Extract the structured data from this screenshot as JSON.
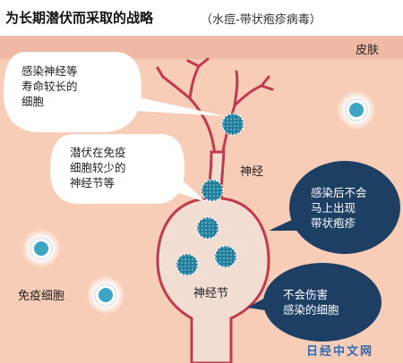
{
  "header": {
    "title": "为长期潜伏而采取的战略",
    "subtitle": "（水痘-带状疱疹病毒）"
  },
  "labels": {
    "skin": "皮肤",
    "nerve": "神经",
    "ganglion": "神经节",
    "immune_cell": "免疫细胞"
  },
  "callouts": {
    "long_lived_cells": [
      "感染神经等",
      "寿命较长的",
      "细胞"
    ],
    "few_immune_cells": [
      "潜伏在免疫",
      "细胞较少的",
      "神经节等"
    ],
    "no_shingles": [
      "感染后不会",
      "马上出现",
      "带状疱疹"
    ],
    "no_harm": [
      "不会伤害",
      "感染的细胞"
    ]
  },
  "brand": "日经中文网",
  "colors": {
    "skin_band": "#f0b9a6",
    "tissue": "#f7cdb8",
    "nerve_fill": "#f1ddd2",
    "nerve_outline": "#c23a4d",
    "virus": "#1f7f9c",
    "callout_dark": "#1d3f64",
    "brand": "#2b6ab5"
  }
}
